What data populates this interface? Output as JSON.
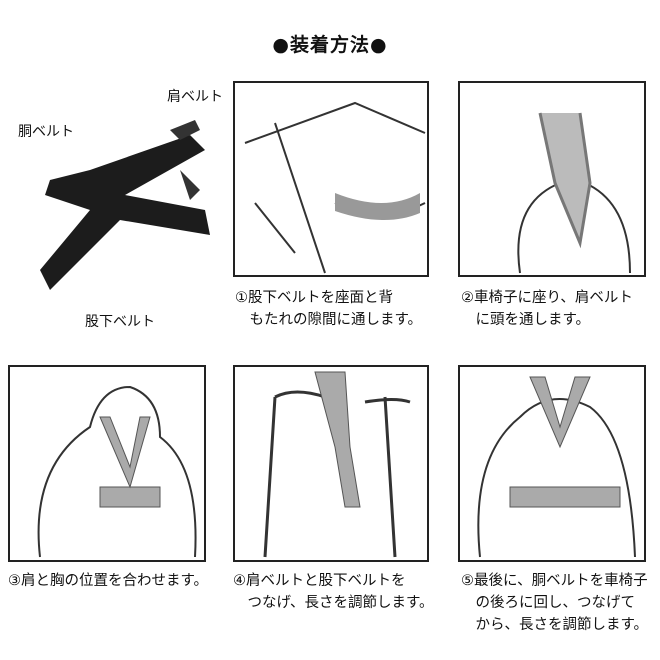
{
  "title": "●装着方法●",
  "product_labels": {
    "shoulder_belt": "肩ベルト",
    "waist_belt": "胴ベルト",
    "crotch_belt": "股下ベルト"
  },
  "steps": [
    {
      "line1": "①股下ベルトを座面と背",
      "line2": "　もたれの隙間に通します。"
    },
    {
      "line1": "②車椅子に座り、肩ベルト",
      "line2": "　に頭を通します。"
    },
    {
      "line1": "③肩と胸の位置を合わせます。",
      "line2": ""
    },
    {
      "line1": "④肩ベルトと股下ベルトを",
      "line2": "　つなげ、長さを調節します。"
    },
    {
      "line1": "⑤最後に、胴ベルトを車椅子",
      "line2": "　の後ろに回し、つなげて",
      "line3": "　から、長さを調節します。"
    }
  ]
}
